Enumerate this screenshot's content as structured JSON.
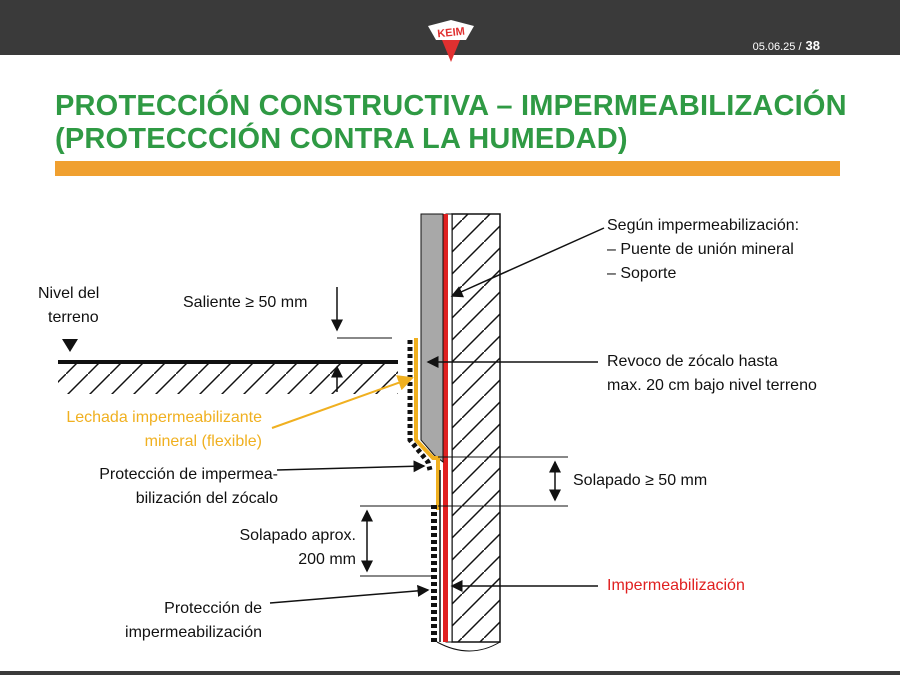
{
  "header": {
    "date": "05.06.25 /",
    "page": "38",
    "logo_text": "KEIM"
  },
  "title": {
    "line1": "PROTECCIÓN CONSTRUCTIVA – IMPERMEABILIZACIÓN",
    "line2": "(PROTECCCIÓN CONTRA LA HUMEDAD)"
  },
  "labels": {
    "nivel_line1": "Nivel del",
    "nivel_line2": "terreno",
    "saliente": "Saliente ≥ 50 mm",
    "lechada_line1": "Lechada impermeabilizante",
    "lechada_line2": "mineral (flexible)",
    "prot_zocalo_line1": "Protección de impermea-",
    "prot_zocalo_line2": "bilización del zócalo",
    "solapado_aprox_line1": "Solapado aprox.",
    "solapado_aprox_line2": "200 mm",
    "prot_imp_line1": "Protección de",
    "prot_imp_line2": "impermeabilización",
    "segun": "Según impermeabilización:",
    "segun_item1": "–   Puente de unión mineral",
    "segun_item2": "–   Soporte",
    "revoco_line1": "Revoco de zócalo hasta",
    "revoco_line2": "max. 20 cm bajo nivel terreno",
    "solapado50": "Solapado ≥ 50 mm",
    "impermeabilizacion": "Impermeabilización"
  },
  "colors": {
    "title_green": "#2f9a44",
    "accent_orange": "#f0a030",
    "lechada_yellow": "#f0b020",
    "waterproof_red": "#e02020",
    "render_gray": "#a8a8a8",
    "topbar": "#3a3a3a"
  }
}
